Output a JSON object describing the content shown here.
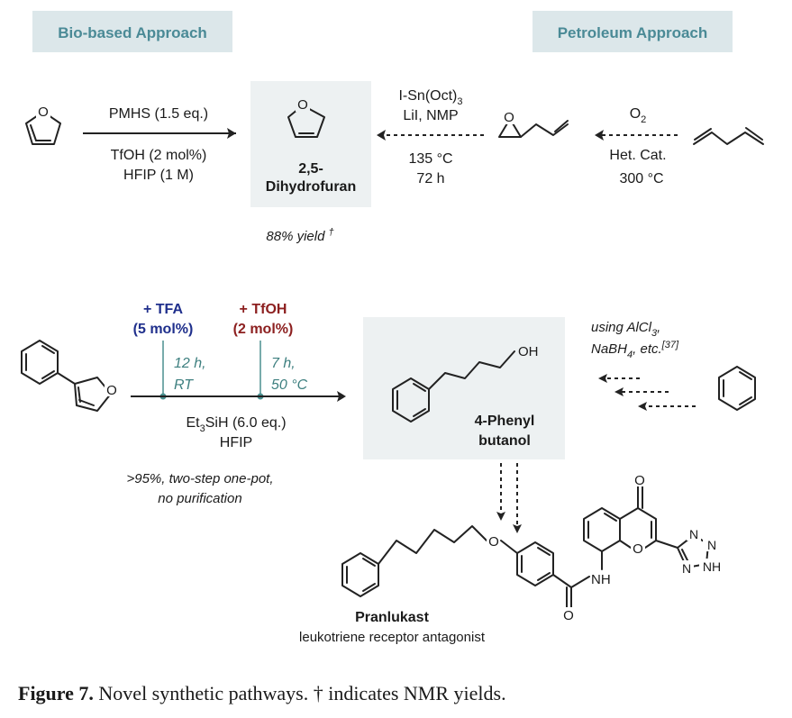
{
  "headers": {
    "bio": "Bio-based Approach",
    "petro": "Petroleum Approach"
  },
  "top": {
    "reagent1_above": "PMHS (1.5 eq.)",
    "reagent1_below_1": "TfOH (2 mol%)",
    "reagent1_below_2": "HFIP (1 M)",
    "product_line1": "2,5-",
    "product_line2": "Dihydrofuran",
    "yield": "88% yield",
    "dagger": "†",
    "reagent2_above_1": "I-Sn(Oct)",
    "reagent2_above_1_sub": "3",
    "reagent2_above_2": "LiI, NMP",
    "reagent2_below_1": "135 °C",
    "reagent2_below_2": "72 h",
    "epoxide_O": "O",
    "reagent3_above": "O",
    "reagent3_above_sub": "2",
    "reagent3_below_1": "Het. Cat.",
    "reagent3_below_2": "300 °C",
    "furan_O": "O",
    "dhf_O": "O"
  },
  "bottom": {
    "tfa_label": "+ TFA",
    "tfa_amount": "(5 mol%)",
    "tfoh_label": "+ TfOH",
    "tfoh_amount": "(2 mol%)",
    "step1_time": "12 h,",
    "step1_temp": "RT",
    "step2_time": "7 h,",
    "step2_temp": "50 °C",
    "reagent_main": "Et",
    "reagent_main_sub": "3",
    "reagent_main_rest": "SiH (6.0 eq.)",
    "solvent": "HFIP",
    "note_1": ">95%, two-step one-pot,",
    "note_2": "no purification",
    "product_line1": "4-Phenyl",
    "product_line2": "butanol",
    "OH": "OH",
    "furan_O": "O",
    "alt_1": "using AlCl",
    "alt_1_sub": "3",
    "alt_1_end": ",",
    "alt_2": "NaBH",
    "alt_2_sub": "4",
    "alt_2_end": ", etc.",
    "alt_ref": "[37]"
  },
  "pranlukast": {
    "name": "Pranlukast",
    "description": "leukotriene receptor antagonist",
    "O_ether": "O",
    "O_ketone": "O",
    "O_ring": "O",
    "NH_amide": "NH",
    "O_amide": "O",
    "N1": "N",
    "N2": "N",
    "N3": "N",
    "NH_tet": "NH"
  },
  "caption": {
    "label": "Figure 7.",
    "text": " Novel synthetic pathways. † indicates NMR yields."
  },
  "colors": {
    "header_bg": "#dce7ea",
    "header_text": "#4a8a96",
    "box_bg": "#edf1f2",
    "tfa": "#1f2f8c",
    "tfoh": "#8c1f1f",
    "teal": "#4a8f8f"
  }
}
